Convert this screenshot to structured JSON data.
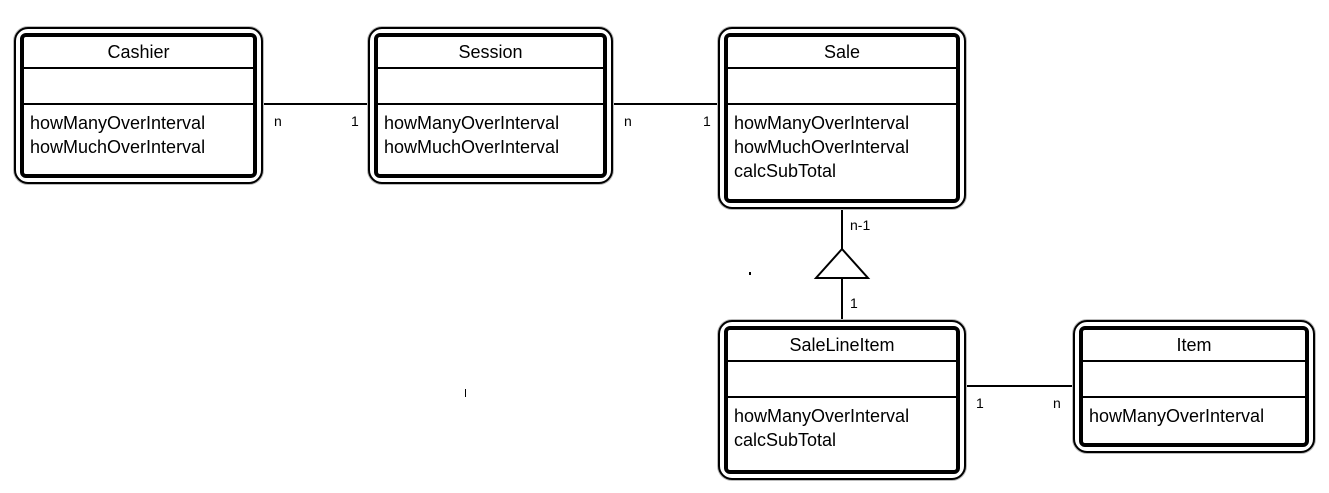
{
  "classes": {
    "cashier": {
      "name": "Cashier",
      "operations": [
        "howManyOverInterval",
        "howMuchOverInterval"
      ]
    },
    "session": {
      "name": "Session",
      "operations": [
        "howManyOverInterval",
        "howMuchOverInterval"
      ]
    },
    "sale": {
      "name": "Sale",
      "operations": [
        "howManyOverInterval",
        "howMuchOverInterval",
        "calcSubTotal"
      ]
    },
    "saleLineItem": {
      "name": "SaleLineItem",
      "operations": [
        "howManyOverInterval",
        "calcSubTotal"
      ]
    },
    "item": {
      "name": "Item",
      "operations": [
        "howManyOverInterval"
      ]
    }
  },
  "associations": {
    "cashier_session": {
      "from_mult": "n",
      "to_mult": "1"
    },
    "session_sale": {
      "from_mult": "n",
      "to_mult": "1"
    },
    "sale_salelineitem": {
      "from_mult": "n-1",
      "to_mult": "1"
    },
    "salelineitem_item": {
      "from_mult": "1",
      "to_mult": "n"
    }
  }
}
